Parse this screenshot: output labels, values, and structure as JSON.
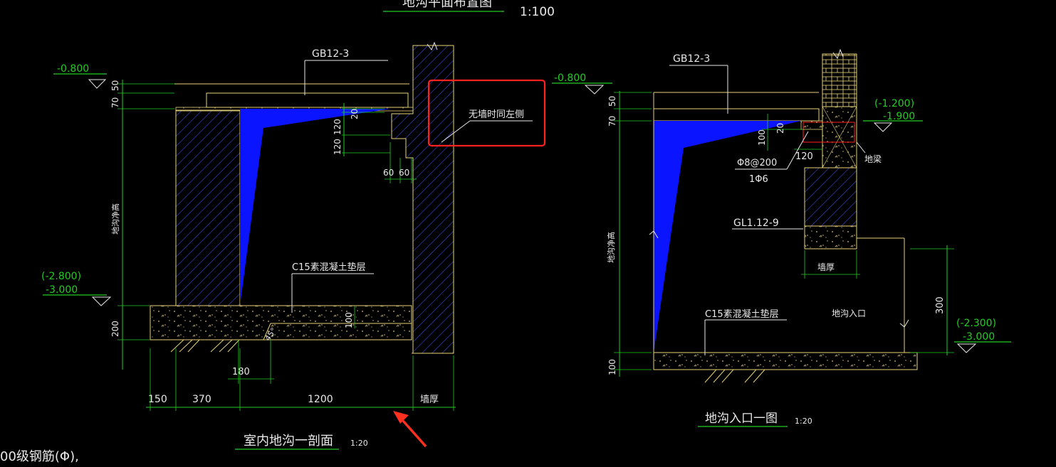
{
  "plan_title": "地沟平面布置图",
  "plan_scale": "1:100",
  "section": {
    "title": "室内地沟一剖面",
    "scale": "1:20",
    "cover_label": "GB12-3",
    "elev_top": "-0.800",
    "elev_bottom_a": "(-2.800)",
    "elev_bottom_b": "-3.000",
    "clear_height": "地沟净高",
    "cushion": "C15素混凝土垫层",
    "note": "无墙时同左侧",
    "dims_left": [
      "50",
      "70",
      "200"
    ],
    "dims_ledge": [
      "20",
      "120",
      "120"
    ],
    "dims_small": [
      "60",
      "60"
    ],
    "dim_100": "100",
    "dim_45": "45°",
    "dim_180": "180",
    "dims_bottom": [
      "150",
      "370",
      "1200"
    ],
    "wall_thickness": "墙厚"
  },
  "entrance": {
    "title": "地沟入口一图",
    "scale": "1:20",
    "cover_label": "GB12-3",
    "elev_top": "-0.800",
    "elev_beam_a": "(-1.200)",
    "elev_beam_b": "-1.900",
    "rebar_main": "Φ8@200",
    "rebar_secondary": "1Φ6",
    "beam_label": "地梁",
    "lintel": "GL1.12-9",
    "wall_thickness": "墙厚",
    "clear_height": "地沟净高",
    "cushion": "C15素混凝土垫层",
    "opening": "地沟入口",
    "dims_left": [
      "50",
      "70",
      "100"
    ],
    "dim_100": "100",
    "dim_20": "20",
    "dim_120": "120",
    "dim_300": "300",
    "elev_bottom_a": "(-2.300)",
    "elev_bottom_b": "-3.000"
  },
  "footer_note": "00级钢筋(Φ),",
  "colors": {
    "background": "#000000",
    "dimension": "#22cc22",
    "outline": "#e6d27a",
    "fill_blue": "#0a14ff",
    "hatch": "#3a4ad8",
    "annotation_box": "#ff2020",
    "arrow": "#ff3020"
  }
}
